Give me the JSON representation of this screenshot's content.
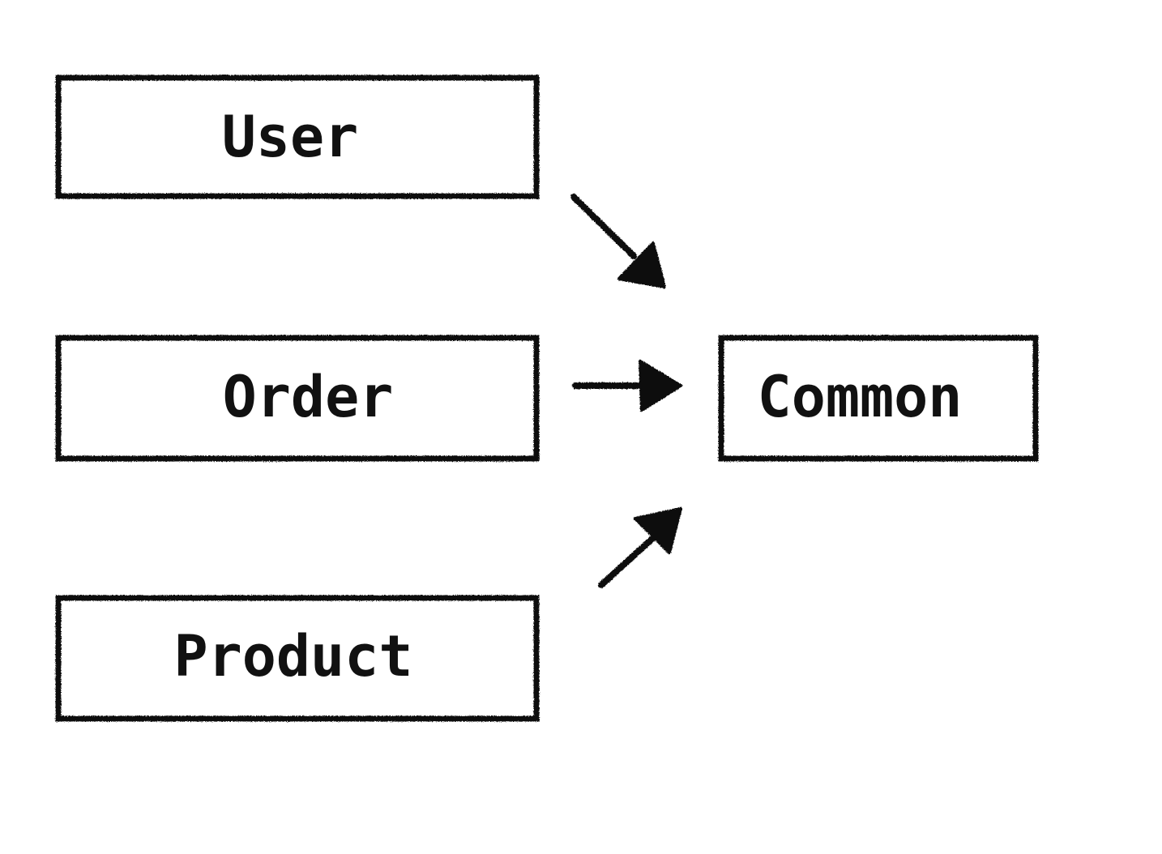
{
  "diagram": {
    "colors": {
      "stroke": "#111111",
      "background": "#ffffff"
    },
    "nodes": [
      {
        "id": "user",
        "label": "User"
      },
      {
        "id": "order",
        "label": "Order"
      },
      {
        "id": "product",
        "label": "Product"
      },
      {
        "id": "common",
        "label": "Common"
      }
    ],
    "edges": [
      {
        "from": "user",
        "to": "common"
      },
      {
        "from": "order",
        "to": "common"
      },
      {
        "from": "product",
        "to": "common"
      }
    ]
  }
}
